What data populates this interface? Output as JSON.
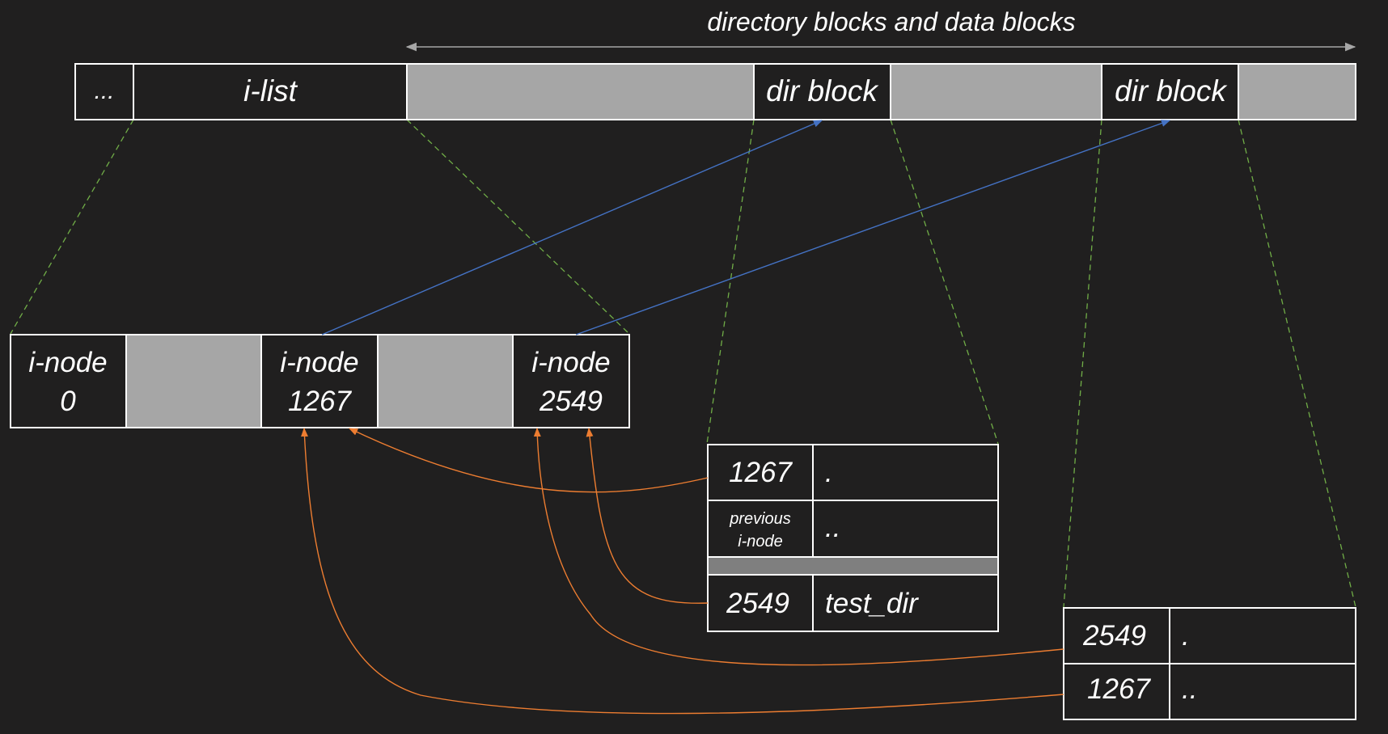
{
  "title": "directory blocks and data blocks",
  "disk_bar": {
    "ellipsis": "...",
    "ilist_label": "i-list",
    "dir_block_1_label": "dir block",
    "dir_block_2_label": "dir block"
  },
  "inode_row": {
    "inode_0": {
      "line1": "i-node",
      "line2": "0"
    },
    "inode_1267": {
      "line1": "i-node",
      "line2": "1267"
    },
    "inode_2549": {
      "line1": "i-node",
      "line2": "2549"
    }
  },
  "dir_table_1": {
    "rows": [
      {
        "inode": "1267",
        "name": "."
      },
      {
        "inode_line1": "previous",
        "inode_line2": "i-node",
        "name": ".."
      },
      {
        "inode": "2549",
        "name": "test_dir"
      }
    ]
  },
  "dir_table_2": {
    "rows": [
      {
        "inode": "2549",
        "name": "."
      },
      {
        "inode": "1267",
        "name": ".."
      }
    ]
  },
  "colors": {
    "background": "#201f1f",
    "filled_block": "#a6a6a6",
    "separator_block": "#7f7f7f",
    "border": "#ffffff",
    "zoom_lines": "#70ad47",
    "inode_pointer": "#4472c4",
    "entry_pointer": "#ed7d31",
    "range_arrow": "#a6a6a6"
  }
}
